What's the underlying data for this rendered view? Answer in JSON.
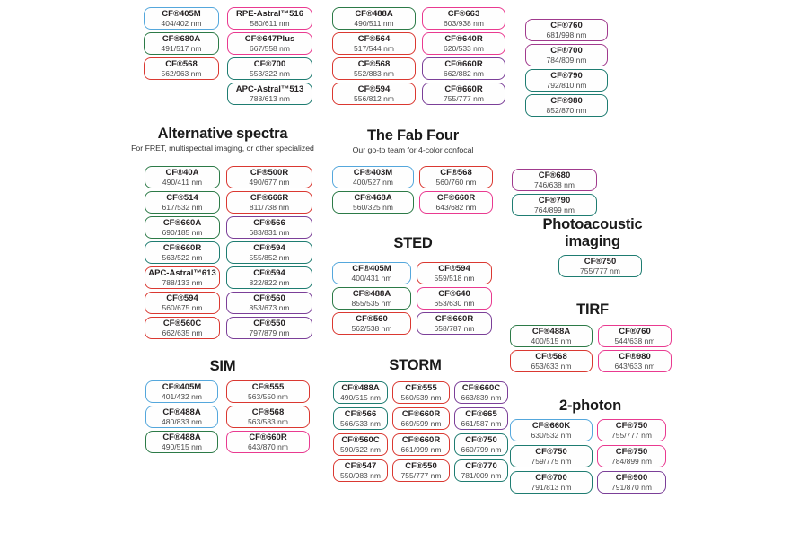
{
  "colors": {
    "blue": "#54a7dc",
    "green": "#2c7a47",
    "teal": "#1e7c71",
    "red": "#da3831",
    "pink": "#e93a90",
    "purple": "#7b3f98",
    "plum": "#a03a8d"
  },
  "top": {
    "cols": [
      [
        {
          "n": "CF®405M",
          "v": "404/402 nm",
          "c": "blue"
        },
        {
          "n": "CF®680A",
          "v": "491/517 nm",
          "c": "green"
        },
        {
          "n": "CF®568",
          "v": "562/963 nm",
          "c": "red"
        }
      ],
      [
        {
          "n": "RPE-Astral™516",
          "v": "580/611 nm",
          "c": "pink"
        },
        {
          "n": "CF®647Plus",
          "v": "667/558 nm",
          "c": "pink"
        },
        {
          "n": "CF®700",
          "v": "553/322 nm",
          "c": "teal"
        },
        {
          "n": "APC-Astral™513",
          "v": "788/613 nm",
          "c": "teal"
        }
      ],
      [
        {
          "n": "CF®488A",
          "v": "490/511 nm",
          "c": "green"
        },
        {
          "n": "CF®564",
          "v": "517/544 nm",
          "c": "red"
        },
        {
          "n": "CF®568",
          "v": "552/883 nm",
          "c": "red"
        },
        {
          "n": "CF®594",
          "v": "556/812 nm",
          "c": "red"
        }
      ],
      [
        {
          "n": "CF®663",
          "v": "603/938 nm",
          "c": "pink"
        },
        {
          "n": "CF®640R",
          "v": "620/533 nm",
          "c": "pink"
        },
        {
          "n": "CF®660R",
          "v": "662/882 nm",
          "c": "purple"
        },
        {
          "n": "CF®660R",
          "v": "755/777 nm",
          "c": "purple"
        }
      ],
      [
        {
          "n": "CF®760",
          "v": "681/998 nm",
          "c": "plum"
        },
        {
          "n": "CF®700",
          "v": "784/809 nm",
          "c": "plum"
        },
        {
          "n": "CF®790",
          "v": "792/810 nm",
          "c": "teal"
        },
        {
          "n": "CF®980",
          "v": "852/870 nm",
          "c": "teal"
        }
      ]
    ]
  },
  "pair": [
    {
      "n": "CF®680",
      "v": "746/638 nm",
      "c": "plum"
    },
    {
      "n": "CF®790",
      "v": "764/899 nm",
      "c": "teal"
    }
  ],
  "sections": {
    "alt": {
      "title": "Alternative spectra",
      "subtitle": "For FRET, multispectral imaging, or other specialized",
      "cols": [
        [
          {
            "n": "CF®40A",
            "v": "490/411 nm",
            "c": "green"
          },
          {
            "n": "CF®514",
            "v": "617/532 nm",
            "c": "green"
          },
          {
            "n": "CF®660A",
            "v": "690/185 nm",
            "c": "green"
          },
          {
            "n": "CF®660R",
            "v": "563/522 nm",
            "c": "teal"
          },
          {
            "n": "APC-Astral™613",
            "v": "788/133 nm",
            "c": "red"
          },
          {
            "n": "CF®594",
            "v": "560/675 nm",
            "c": "red"
          },
          {
            "n": "CF®560C",
            "v": "662/635 nm",
            "c": "red"
          }
        ],
        [
          {
            "n": "CF®500R",
            "v": "490/677 nm",
            "c": "red"
          },
          {
            "n": "CF®666R",
            "v": "811/738 nm",
            "c": "red"
          },
          {
            "n": "CF®566",
            "v": "683/831 nm",
            "c": "purple"
          },
          {
            "n": "CF®594",
            "v": "555/852 nm",
            "c": "teal"
          },
          {
            "n": "CF®594",
            "v": "822/822 nm",
            "c": "teal"
          },
          {
            "n": "CF®560",
            "v": "853/673 nm",
            "c": "purple"
          },
          {
            "n": "CF®550",
            "v": "797/879 nm",
            "c": "purple"
          }
        ]
      ]
    },
    "fab": {
      "title": "The Fab Four",
      "subtitle": "Our go-to team for 4-color confocal",
      "cols": [
        [
          {
            "n": "CF®403M",
            "v": "400/527 nm",
            "c": "blue"
          },
          {
            "n": "CF®468A",
            "v": "560/325 nm",
            "c": "green"
          }
        ],
        [
          {
            "n": "CF®568",
            "v": "560/760 nm",
            "c": "red"
          },
          {
            "n": "CF®660R",
            "v": "643/682 nm",
            "c": "pink"
          }
        ]
      ]
    },
    "sted": {
      "title": "STED",
      "cols": [
        [
          {
            "n": "CF®405M",
            "v": "400/431 nm",
            "c": "blue"
          },
          {
            "n": "CF®488A",
            "v": "855/535 nm",
            "c": "green"
          },
          {
            "n": "CF®560",
            "v": "562/538 nm",
            "c": "red"
          }
        ],
        [
          {
            "n": "CF®594",
            "v": "559/518 nm",
            "c": "red"
          },
          {
            "n": "CF®640",
            "v": "653/630 nm",
            "c": "pink"
          },
          {
            "n": "CF®660R",
            "v": "658/787 nm",
            "c": "purple"
          }
        ]
      ]
    },
    "photoacoustic": {
      "title": "Photoacoustic imaging",
      "cols": [
        [
          {
            "n": "CF®750",
            "v": "755/777 nm",
            "c": "teal"
          }
        ]
      ]
    },
    "tirf": {
      "title": "TIRF",
      "cols": [
        [
          {
            "n": "CF®488A",
            "v": "400/515 nm",
            "c": "green"
          },
          {
            "n": "CF®568",
            "v": "653/633 nm",
            "c": "red"
          }
        ],
        [
          {
            "n": "CF®760",
            "v": "544/638 nm",
            "c": "pink"
          },
          {
            "n": "CF®980",
            "v": "643/633 nm",
            "c": "pink"
          }
        ]
      ]
    },
    "sim": {
      "title": "SIM",
      "cols": [
        [
          {
            "n": "CF®405M",
            "v": "401/432 nm",
            "c": "blue"
          },
          {
            "n": "CF®488A",
            "v": "480/833 nm",
            "c": "blue"
          },
          {
            "n": "CF®488A",
            "v": "490/515 nm",
            "c": "green"
          }
        ],
        [
          {
            "n": "CF®555",
            "v": "563/550 nm",
            "c": "red"
          },
          {
            "n": "CF®568",
            "v": "563/583 nm",
            "c": "red"
          },
          {
            "n": "CF®660R",
            "v": "643/870 nm",
            "c": "pink"
          }
        ]
      ]
    },
    "storm": {
      "title": "STORM",
      "cols": [
        [
          {
            "n": "CF®488A",
            "v": "490/515 nm",
            "c": "teal"
          },
          {
            "n": "CF®566",
            "v": "566/533 nm",
            "c": "teal"
          },
          {
            "n": "CF®560C",
            "v": "590/622 nm",
            "c": "red"
          },
          {
            "n": "CF®547",
            "v": "550/983 nm",
            "c": "red"
          }
        ],
        [
          {
            "n": "CF®555",
            "v": "560/539 nm",
            "c": "red"
          },
          {
            "n": "CF®660R",
            "v": "669/599 nm",
            "c": "red"
          },
          {
            "n": "CF®660R",
            "v": "661/999 nm",
            "c": "red"
          },
          {
            "n": "CF®550",
            "v": "755/777 nm",
            "c": "red"
          }
        ],
        [
          {
            "n": "CF®660C",
            "v": "663/839 nm",
            "c": "purple"
          },
          {
            "n": "CF®665",
            "v": "661/587 nm",
            "c": "purple"
          },
          {
            "n": "CF®750",
            "v": "660/799 nm",
            "c": "teal"
          },
          {
            "n": "CF®770",
            "v": "781/009 nm",
            "c": "teal"
          }
        ]
      ]
    },
    "two_photon": {
      "title": "2-photon",
      "cols": [
        [
          {
            "n": "CF®660K",
            "v": "630/532 nm",
            "c": "blue"
          },
          {
            "n": "CF®750",
            "v": "759/775 nm",
            "c": "teal"
          },
          {
            "n": "CF®700",
            "v": "791/813 nm",
            "c": "teal"
          }
        ],
        [
          {
            "n": "CF®750",
            "v": "755/777 nm",
            "c": "pink"
          },
          {
            "n": "CF®750",
            "v": "784/899 nm",
            "c": "pink"
          },
          {
            "n": "CF®900",
            "v": "791/870 nm",
            "c": "purple"
          }
        ]
      ]
    }
  }
}
